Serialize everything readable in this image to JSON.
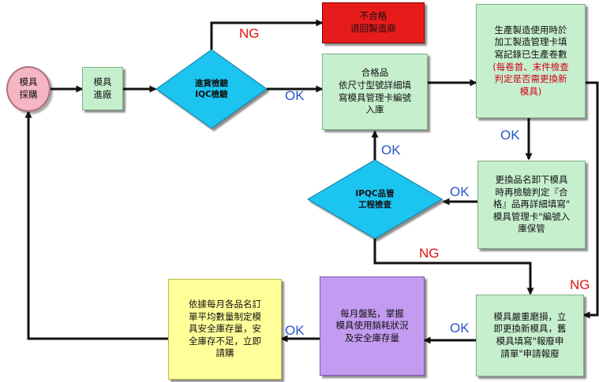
{
  "nodes": {
    "procure": "模具\n採購",
    "arrival": "模具\n進廠",
    "iqc": "進貨檢驗\nIQC檢驗",
    "reject": "不合格\n退回製造商",
    "pass": "合格品\n依尺寸型號詳細填\n寫模具管理卡編號\n入庫",
    "production": "生產製造使用時於\n加工製造管理卡填\n寫記錄已生產卷數",
    "production_note": "(每卷首、末件檢查\n判定是否需更換新\n模具)",
    "replace": "更換品名卸下模具\n時再檢驗判定『合\n格』品再詳細填寫\"\n模具管理卡\"編號入\n庫保管",
    "ipqc": "IPQC品管\n工程檢查",
    "severe": "模具嚴重磨損，立\n即更換新模具，舊\n模具填寫\"報廢申\n請單\"申請報廢",
    "monthly": "每月盤點，掌握\n模具使用銷耗狀況\n及安全庫存量",
    "order": "依據每月各品名訂\n單平均數量制定模\n具安全庫存量，安\n全庫存不足，立即\n請購"
  },
  "edges": {
    "iqc_ng": "NG",
    "iqc_ok": "OK",
    "production_ok": "OK",
    "ipqc_ok_up": "OK",
    "replace_ok": "OK",
    "ipqc_ng": "NG",
    "production_ng": "NG",
    "severe_ok": "OK",
    "monthly_ok": "OK"
  },
  "colors": {
    "process_green": "#c6efce",
    "reject_red": "#e81b1b",
    "decision_cyan": "#1fc4f0",
    "monthly_purple": "#c39bf0",
    "order_yellow": "#ffff99",
    "start_pink": "#f4b6c2",
    "ok_blue": "#2756c7",
    "ng_red": "#e01010"
  }
}
